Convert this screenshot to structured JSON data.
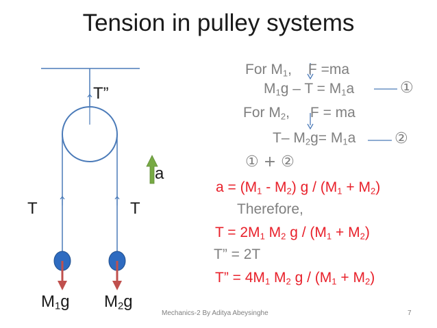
{
  "title": "Tension in pulley systems",
  "diagram": {
    "top_tension": "T”",
    "left_tension": "T",
    "right_tension": "T",
    "accel": "a",
    "m1_weight": {
      "base": "M",
      "sub": "1",
      "tail": "g"
    },
    "m2_weight": {
      "base": "M",
      "sub": "2",
      "tail": "g"
    },
    "colors": {
      "line": "#4a7ab8",
      "mass": "#2e6bc0",
      "weight_arrow": "#c0504d",
      "accel_arrow": "#77aa44"
    }
  },
  "equations": {
    "l1": {
      "a": "For M",
      "s": "1",
      "b": ",",
      "c": "F =ma"
    },
    "l2": {
      "a": "M",
      "s1": "1",
      "b": "g – T = M",
      "s2": "1",
      "c": "a",
      "mark": "①"
    },
    "l3": {
      "a": "For M",
      "s": "2",
      "b": ",",
      "c": "F = ma"
    },
    "l4": {
      "a": "T– M",
      "s1": "2",
      "b": "g= M",
      "s2": "1",
      "c": "a",
      "mark": "②"
    },
    "l5": "① + ②",
    "l6": {
      "a": "a = (M",
      "s1": "1",
      "b": " - M",
      "s2": "2",
      "c": ") g / (M",
      "s3": "1",
      "d": " + M",
      "s4": "2",
      "e": ")"
    },
    "l7": "Therefore,",
    "l8": {
      "a": "T = 2M",
      "s1": "1",
      "b": " M",
      "s2": "2",
      "c": " g / (M",
      "s3": "1",
      "d": " + M",
      "s4": "2",
      "e": ")"
    },
    "l9": "T” = 2T",
    "l10": {
      "a": "T” = 4M",
      "s1": "1",
      "b": " M",
      "s2": "2",
      "c": " g / (M",
      "s3": "1",
      "d": " + M",
      "s4": "2",
      "e": ")"
    },
    "colors": {
      "black_eq": "#7f7f7f",
      "red_eq": "#e8202a"
    }
  },
  "footer": "Mechanics-2 By Aditya Abeysinghe",
  "page_number": "7"
}
